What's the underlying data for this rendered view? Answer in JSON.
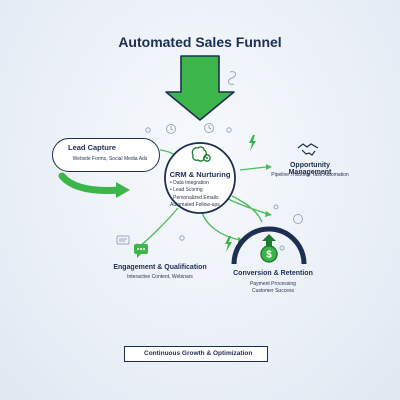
{
  "title": "Automated Sales Funnel",
  "lead_capture": {
    "title": "Lead Capture",
    "subtitle": "Website Forms, Social Media Ads",
    "icon": "magnifier-icon"
  },
  "crm": {
    "title": "CRM & Nurturing",
    "items": [
      "• Data Integration",
      "• Lead Scoring",
      "• Personalized Emails",
      "Automated Follow-ups"
    ],
    "icon": "brain-gear-icon"
  },
  "opportunity": {
    "title": "Opportunity Management",
    "subtitle": "Pipeline Tracking, Task Automation",
    "icon": "handshake-icon"
  },
  "engagement": {
    "title": "Engagement & Qualification",
    "subtitle": "Interactive Content, Webinars",
    "icon": "chat-bubble-icon"
  },
  "conversion": {
    "title": "Conversion & Retention",
    "sub1": "Payment Processing",
    "sub2": "Customer Success",
    "icon": "dollar-coin-icon"
  },
  "growth": {
    "label": "Continuous Growth & Optimization",
    "icon": "growth-chart-icon"
  },
  "colors": {
    "navy": "#1c2e52",
    "green": "#3cb54a",
    "dark_green": "#1f7a33",
    "light_icon": "#9aa8bc"
  }
}
